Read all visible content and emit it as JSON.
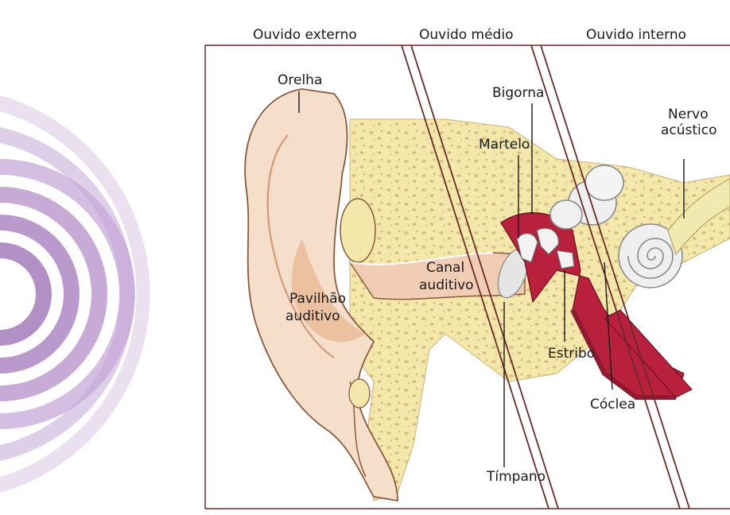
{
  "sections": {
    "outer": "Ouvido externo",
    "middle": "Ouvido médio",
    "inner": "Ouvido interno"
  },
  "labels": {
    "orelha": "Orelha",
    "bigorna": "Bigorna",
    "nervo": [
      "Nervo",
      "acústico"
    ],
    "martelo": "Martelo",
    "canal": [
      "Canal",
      "auditivo"
    ],
    "pavilhao": [
      "Pavilhão",
      "auditivo"
    ],
    "estribo": "Estribo",
    "coclea": "Cóclea",
    "timpano": "Tímpano"
  },
  "colors": {
    "skin": "#f6e0cc",
    "skin_dark": "#e7b48e",
    "bone": "#f4e8a8",
    "bone_spots": "#d8c07e",
    "middle_ear": "#b8203c",
    "middle_ear_dark": "#8e1a30",
    "inner_bone": "#eeeeee",
    "nerve": "#f1eab0",
    "wave": "#b79ac9"
  }
}
